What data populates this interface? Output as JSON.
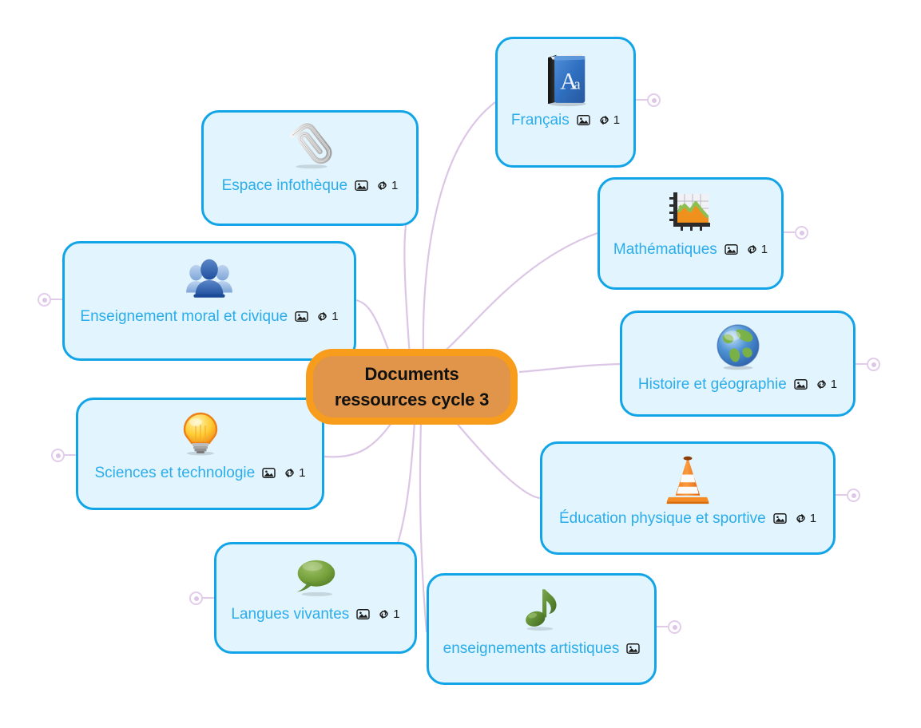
{
  "map": {
    "title": "Documents ressources cycle 3",
    "central": {
      "label_line1": "Documents",
      "label_line2": "ressources cycle 3",
      "fill_color": "#e0954a",
      "border_color": "#f89c1c"
    },
    "style": {
      "node_fill": "#e2f4fd",
      "node_border": "#11a5e8",
      "node_label_color": "#2badec",
      "edge_color": "#dcc6e6",
      "canvas_background": "#ffffff"
    },
    "topics": [
      {
        "id": "francais",
        "label": "Français",
        "icon": "book-icon",
        "has_picture_icon": true,
        "has_link_icon": true,
        "link_count": "1"
      },
      {
        "id": "mathematiques",
        "label": "Mathématiques",
        "icon": "chart-icon",
        "has_picture_icon": true,
        "has_link_icon": true,
        "link_count": "1"
      },
      {
        "id": "histoire-geographie",
        "label": "Histoire et géographie",
        "icon": "globe-icon",
        "has_picture_icon": true,
        "has_link_icon": true,
        "link_count": "1"
      },
      {
        "id": "education-physique-sportive",
        "label": "Éducation physique et sportive",
        "icon": "traffic-cone-icon",
        "has_picture_icon": true,
        "has_link_icon": true,
        "link_count": "1"
      },
      {
        "id": "enseignements-artistiques",
        "label": "enseignements artistiques",
        "icon": "music-note-icon",
        "has_picture_icon": true,
        "has_link_icon": false,
        "link_count": ""
      },
      {
        "id": "langues-vivantes",
        "label": "Langues vivantes",
        "icon": "speech-bubble-icon",
        "has_picture_icon": true,
        "has_link_icon": true,
        "link_count": "1"
      },
      {
        "id": "sciences-technologie",
        "label": "Sciences et technologie",
        "icon": "lightbulb-icon",
        "has_picture_icon": true,
        "has_link_icon": true,
        "link_count": "1"
      },
      {
        "id": "enseignement-moral-civique",
        "label": "Enseignement moral et civique",
        "icon": "people-group-icon",
        "has_picture_icon": true,
        "has_link_icon": true,
        "link_count": "1"
      },
      {
        "id": "espace-infotheque",
        "label": "Espace infothèque",
        "icon": "paperclip-icon",
        "has_picture_icon": true,
        "has_link_icon": true,
        "link_count": "1"
      }
    ]
  }
}
